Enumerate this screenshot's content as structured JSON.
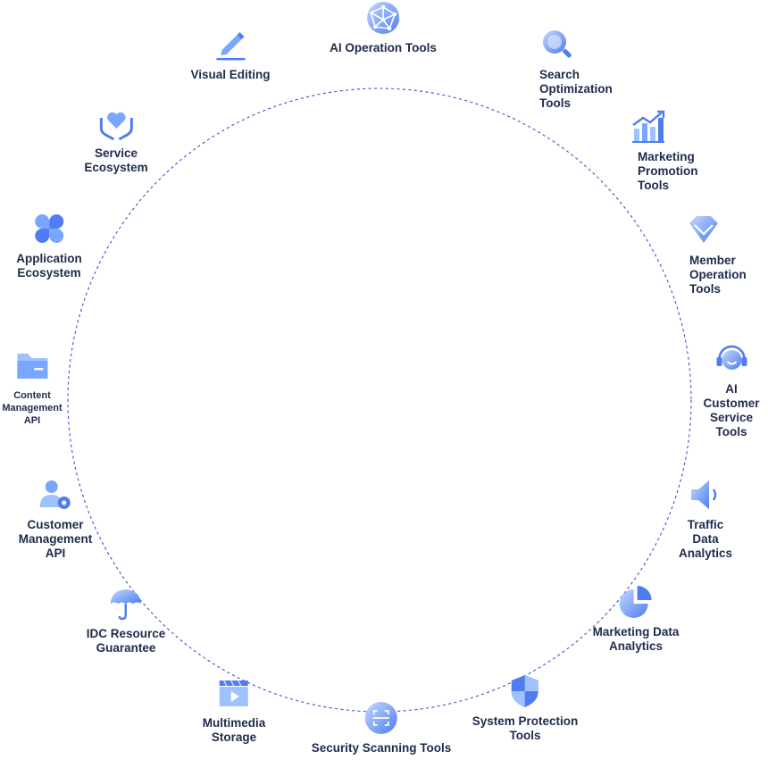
{
  "colors": {
    "ring": "#4b4fc9",
    "icon_light": "#9fc2ff",
    "icon_dark": "#4f7df0",
    "label": "#1f2a4d"
  },
  "nodes": [
    {
      "id": "ai-operation-tools",
      "label": "AI Operation Tools",
      "icon": "globe-network-icon"
    },
    {
      "id": "search-optimization-tools",
      "label": "Search\nOptimization\nTools",
      "icon": "magnifier-icon"
    },
    {
      "id": "marketing-promotion-tools",
      "label": "Marketing\nPromotion\nTools",
      "icon": "bar-chart-arrow-icon"
    },
    {
      "id": "member-operation-tools",
      "label": "Member\nOperation\nTools",
      "icon": "diamond-icon"
    },
    {
      "id": "ai-customer-service-tools",
      "label": "AI Customer\nService Tools",
      "icon": "headset-icon"
    },
    {
      "id": "traffic-data-analytics",
      "label": "Traffic Data\nAnalytics",
      "icon": "speaker-icon"
    },
    {
      "id": "marketing-data-analytics",
      "label": "Marketing Data\nAnalytics",
      "icon": "pie-chart-icon"
    },
    {
      "id": "system-protection-tools",
      "label": "System Protection\nTools",
      "icon": "shield-icon"
    },
    {
      "id": "security-scanning-tools",
      "label": "Security Scanning Tools",
      "icon": "scan-icon"
    },
    {
      "id": "multimedia-storage",
      "label": "Multimedia\nStorage",
      "icon": "video-play-icon"
    },
    {
      "id": "idc-resource-guarantee",
      "label": "IDC Resource\nGuarantee",
      "icon": "umbrella-icon"
    },
    {
      "id": "customer-management-api",
      "label": "Customer\nManagement\nAPI",
      "icon": "user-gear-icon"
    },
    {
      "id": "content-management-api",
      "label": "Content\nManagement\nAPI",
      "icon": "folder-icon"
    },
    {
      "id": "application-ecosystem",
      "label": "Application\nEcosystem",
      "icon": "four-petal-icon"
    },
    {
      "id": "service-ecosystem",
      "label": "Service\nEcosystem",
      "icon": "hands-heart-icon"
    },
    {
      "id": "visual-editing",
      "label": "Visual Editing",
      "icon": "pencil-icon"
    }
  ]
}
